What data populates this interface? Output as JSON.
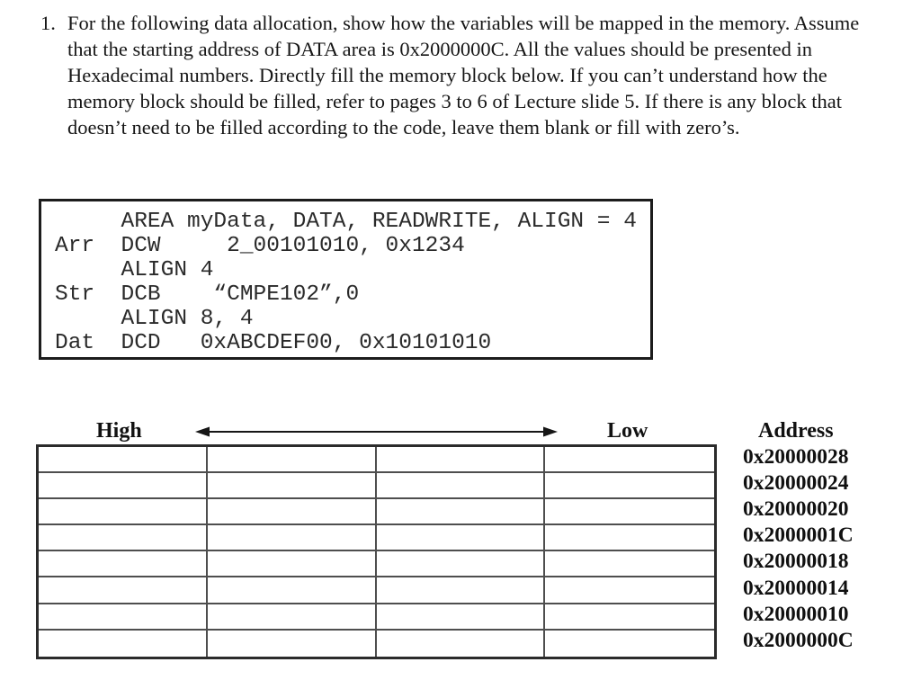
{
  "question": {
    "number": "1.",
    "text": "For the following data allocation, show how the variables will be mapped in the memory. Assume that the starting address of DATA area is 0x2000000C. All the values should be presented in Hexadecimal numbers. Directly fill the memory block below. If you can’t understand how the memory block should be filled, refer to pages 3 to 6 of Lecture slide 5. If there is any block that doesn’t need to be filled according to the code, leave them blank or fill with zero’s."
  },
  "code_block": {
    "lines": [
      "     AREA myData, DATA, READWRITE, ALIGN = 4",
      "Arr  DCW     2_00101010, 0x1234",
      "     ALIGN 4",
      "Str  DCB    “CMPE102”,0",
      "     ALIGN 8, 4",
      "Dat  DCD   0xABCDEF00, 0x10101010"
    ]
  },
  "memory_diagram": {
    "high_label": "High",
    "low_label": "Low",
    "address_header": "Address",
    "columns": 4,
    "rows": [
      {
        "address": "0x20000028",
        "cells": [
          "",
          "",
          "",
          ""
        ]
      },
      {
        "address": "0x20000024",
        "cells": [
          "",
          "",
          "",
          ""
        ]
      },
      {
        "address": "0x20000020",
        "cells": [
          "",
          "",
          "",
          ""
        ]
      },
      {
        "address": "0x2000001C",
        "cells": [
          "",
          "",
          "",
          ""
        ]
      },
      {
        "address": "0x20000018",
        "cells": [
          "",
          "",
          "",
          ""
        ]
      },
      {
        "address": "0x20000014",
        "cells": [
          "",
          "",
          "",
          ""
        ]
      },
      {
        "address": "0x20000010",
        "cells": [
          "",
          "",
          "",
          ""
        ]
      },
      {
        "address": "0x2000000C",
        "cells": [
          "",
          "",
          "",
          ""
        ]
      }
    ]
  }
}
